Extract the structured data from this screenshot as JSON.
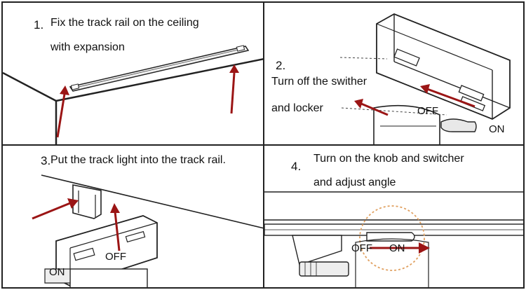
{
  "steps": [
    {
      "number": "1.",
      "line1": "Fix the track rail on the ceiling",
      "line2": "with expansion"
    },
    {
      "number": "2.",
      "line1": "Turn off the swither",
      "line2": "and locker",
      "off_label": "OFF",
      "on_label": "ON"
    },
    {
      "number": "3.",
      "line1": "Put the track light into the track rail.",
      "off_label": "OFF",
      "on_label": "ON"
    },
    {
      "number": "4.",
      "line1": "Turn on the knob and switcher",
      "line2": "and adjust angle",
      "off_label": "OFF",
      "on_label": "ON"
    }
  ],
  "colors": {
    "arrow": "#9b1515",
    "line": "#222222",
    "halo": "#e0a060"
  }
}
